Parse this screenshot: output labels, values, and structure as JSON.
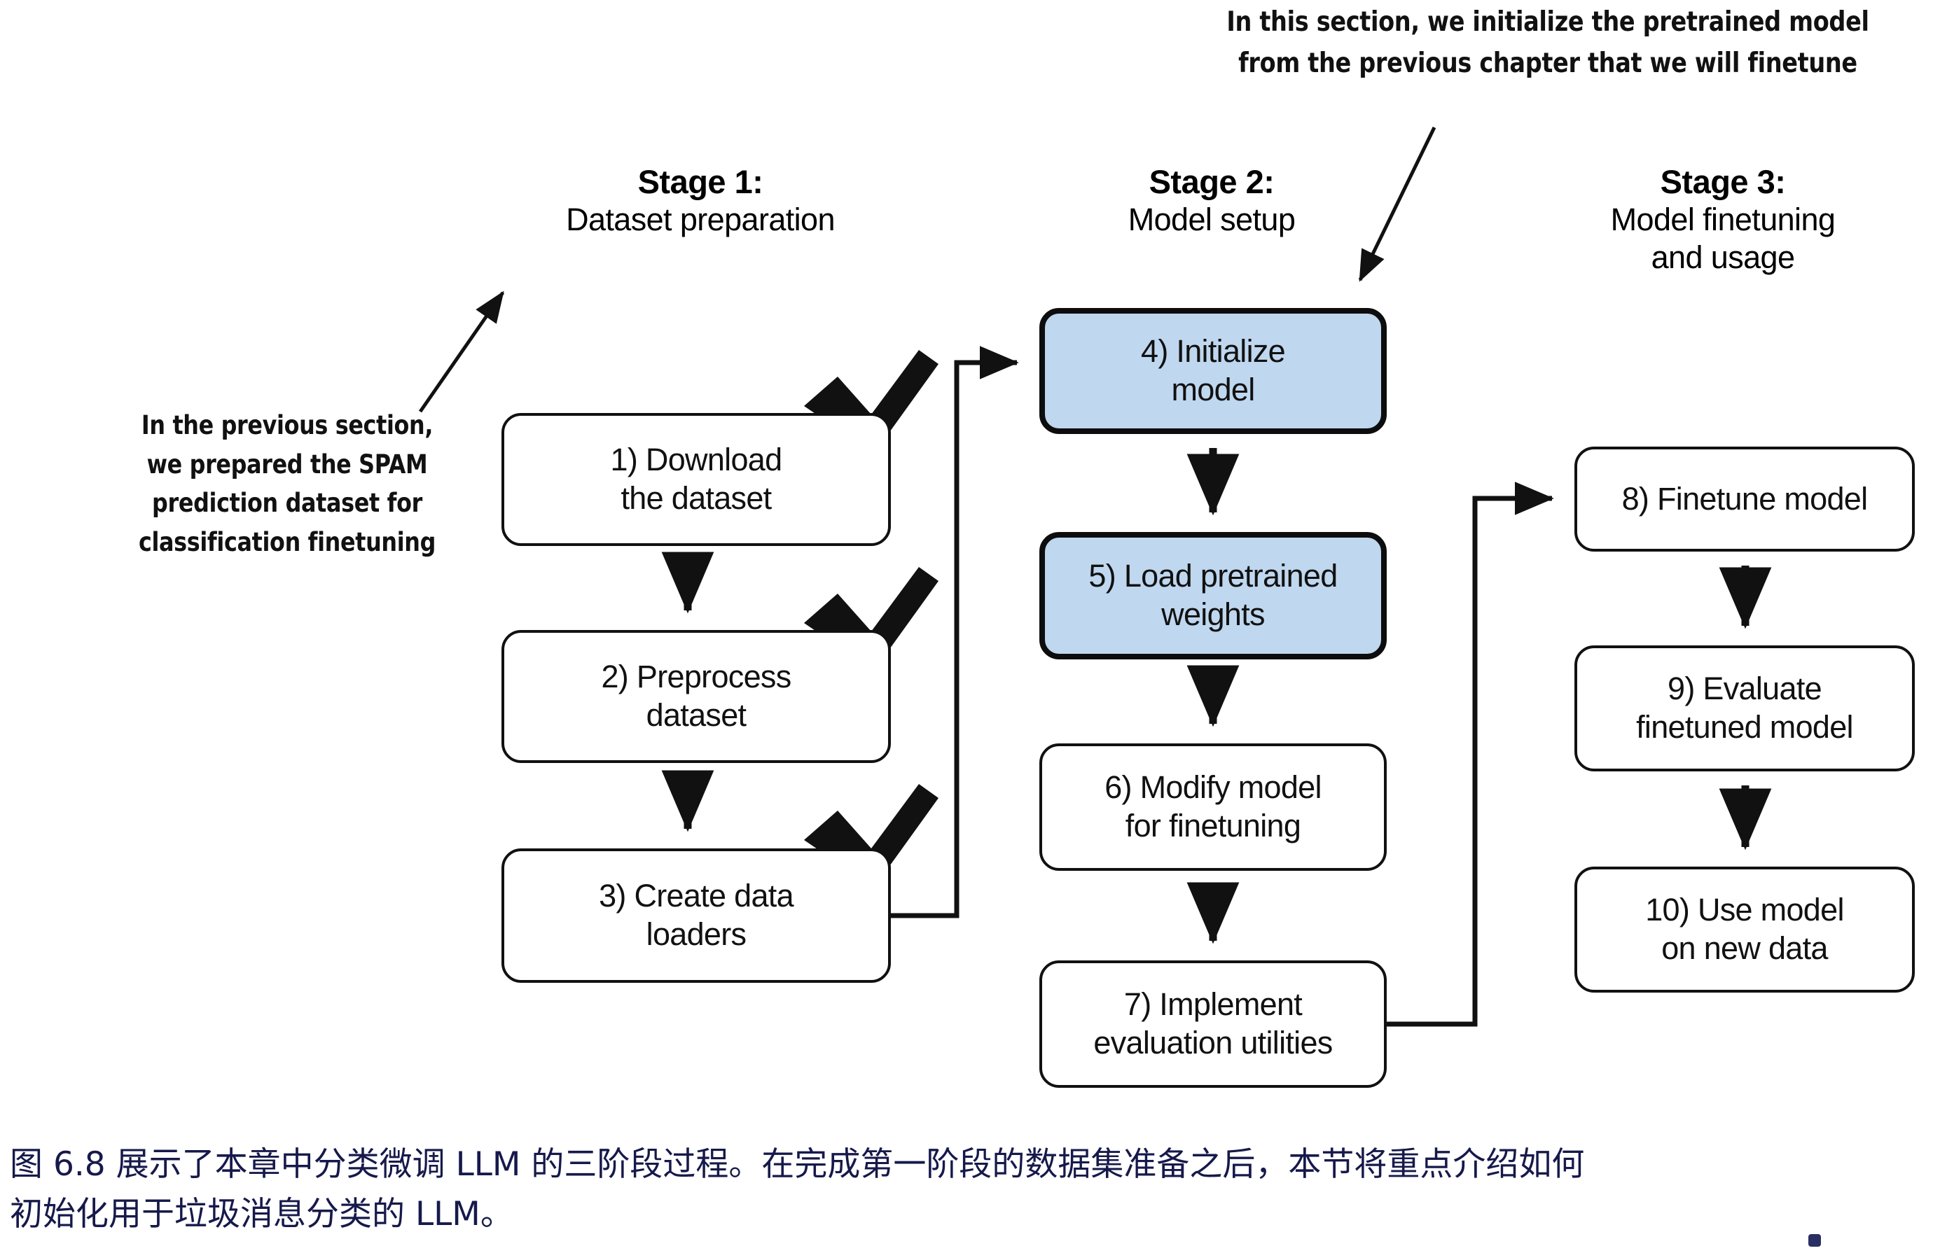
{
  "annotations": {
    "top": {
      "name": "initialize-pretrained-model-note",
      "lines": [
        "In this section, we initialize the pretrained model",
        "from the previous chapter that we will finetune"
      ]
    },
    "left": {
      "name": "previous-section-note",
      "lines": [
        "In the previous section,",
        "we prepared the SPAM",
        "prediction dataset for",
        "classification finetuning"
      ]
    }
  },
  "stages": [
    {
      "title": "Stage 1:",
      "subtitle_lines": [
        "Dataset preparation"
      ]
    },
    {
      "title": "Stage 2:",
      "subtitle_lines": [
        "Model setup"
      ]
    },
    {
      "title": "Stage 3:",
      "subtitle_lines": [
        "Model finetuning",
        "and usage"
      ]
    }
  ],
  "boxes": [
    {
      "id": 1,
      "lines": [
        "1) Download",
        "the dataset"
      ],
      "stage": 1,
      "highlighted": false,
      "checkmark": true
    },
    {
      "id": 2,
      "lines": [
        "2) Preprocess",
        "dataset"
      ],
      "stage": 1,
      "highlighted": false,
      "checkmark": true
    },
    {
      "id": 3,
      "lines": [
        "3) Create data",
        "loaders"
      ],
      "stage": 1,
      "highlighted": false,
      "checkmark": true
    },
    {
      "id": 4,
      "lines": [
        "4) Initialize",
        "model"
      ],
      "stage": 2,
      "highlighted": true,
      "checkmark": false
    },
    {
      "id": 5,
      "lines": [
        "5) Load pretrained",
        "weights"
      ],
      "stage": 2,
      "highlighted": true,
      "checkmark": false
    },
    {
      "id": 6,
      "lines": [
        "6) Modify model",
        "for finetuning"
      ],
      "stage": 2,
      "highlighted": false,
      "checkmark": false
    },
    {
      "id": 7,
      "lines": [
        "7) Implement",
        "evaluation utilities"
      ],
      "stage": 2,
      "highlighted": false,
      "checkmark": false
    },
    {
      "id": 8,
      "lines": [
        "8) Finetune model"
      ],
      "stage": 3,
      "highlighted": false,
      "checkmark": false
    },
    {
      "id": 9,
      "lines": [
        "9) Evaluate",
        "finetuned model"
      ],
      "stage": 3,
      "highlighted": false,
      "checkmark": false
    },
    {
      "id": 10,
      "lines": [
        "10) Use model",
        "on new data"
      ],
      "stage": 3,
      "highlighted": false,
      "checkmark": false
    }
  ],
  "caption": {
    "lines": [
      "图 6.8 展示了本章中分类微调 LLM 的三阶段过程。在完成第一阶段的数据集准备之后，本节将重点介绍如何",
      "初始化用于垃圾消息分类的 LLM。"
    ]
  },
  "colors": {
    "highlight_fill": "#bfd7ef",
    "stroke": "#111111",
    "caption_text": "#16194a",
    "background": "#ffffff"
  }
}
